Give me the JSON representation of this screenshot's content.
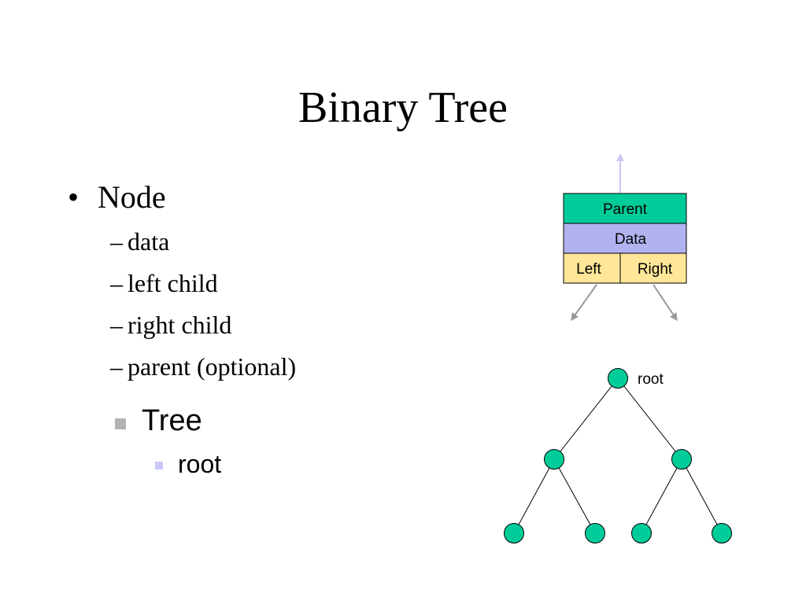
{
  "slide": {
    "title": "Binary Tree"
  },
  "bullets": {
    "node": {
      "marker": "•",
      "label": "Node",
      "sub_items": [
        {
          "marker": "–",
          "label": "data"
        },
        {
          "marker": "–",
          "label": "left child"
        },
        {
          "marker": "–",
          "label": "right child"
        },
        {
          "marker": "–",
          "label": "parent (optional)"
        }
      ]
    },
    "tree": {
      "label": "Tree",
      "sub_items": [
        {
          "label": "root"
        }
      ]
    }
  },
  "node_diagram": {
    "parent_label": "Parent",
    "data_label": "Data",
    "left_label": "Left",
    "right_label": "Right"
  },
  "tree_diagram": {
    "root_label": "root",
    "node_color": "#00cc99"
  },
  "colors": {
    "parent_field": "#00cc99",
    "data_field": "#b2b2f0",
    "pointer_fields": "#ffe699",
    "parent_arrow": "#c8c8f0",
    "child_arrows": "#999999",
    "tree_bullet": "#b2b2b2",
    "root_bullet": "#c8c8f8"
  }
}
